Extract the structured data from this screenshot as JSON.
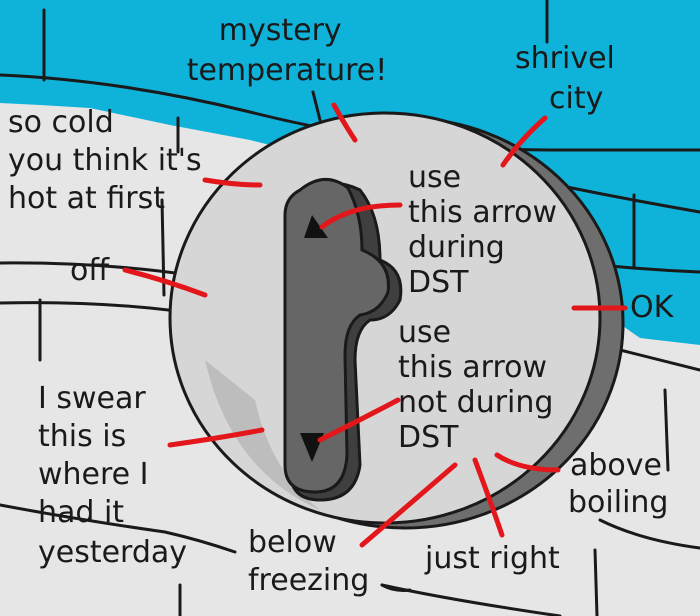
{
  "colors": {
    "wall": "#0fb2d8",
    "floor": "#e6e6e6",
    "dial_face": "#d6d6d6",
    "dial_rim": "#6e6e6e",
    "knob": "#666666",
    "knob_dark": "#3f3f3f",
    "pointer_line": "#e3161b",
    "ink": "#1a1a1a"
  },
  "labels": {
    "mystery": [
      "mystery",
      "temperature!"
    ],
    "shrivel": [
      "shrivel",
      "city"
    ],
    "so_cold": [
      "so cold",
      "you think it's",
      "hot at first"
    ],
    "off": [
      "off"
    ],
    "ok": [
      "OK"
    ],
    "use_dst": [
      "use",
      "this arrow",
      "during",
      "DST"
    ],
    "use_not_dst": [
      "use",
      "this arrow",
      "not during",
      "DST"
    ],
    "swear": [
      "I swear",
      "this is",
      "where I",
      "had it",
      "yesterday"
    ],
    "below_freezing": [
      "below",
      "freezing"
    ],
    "just_right": [
      "just right"
    ],
    "above_boiling": [
      "above",
      "boiling"
    ]
  }
}
